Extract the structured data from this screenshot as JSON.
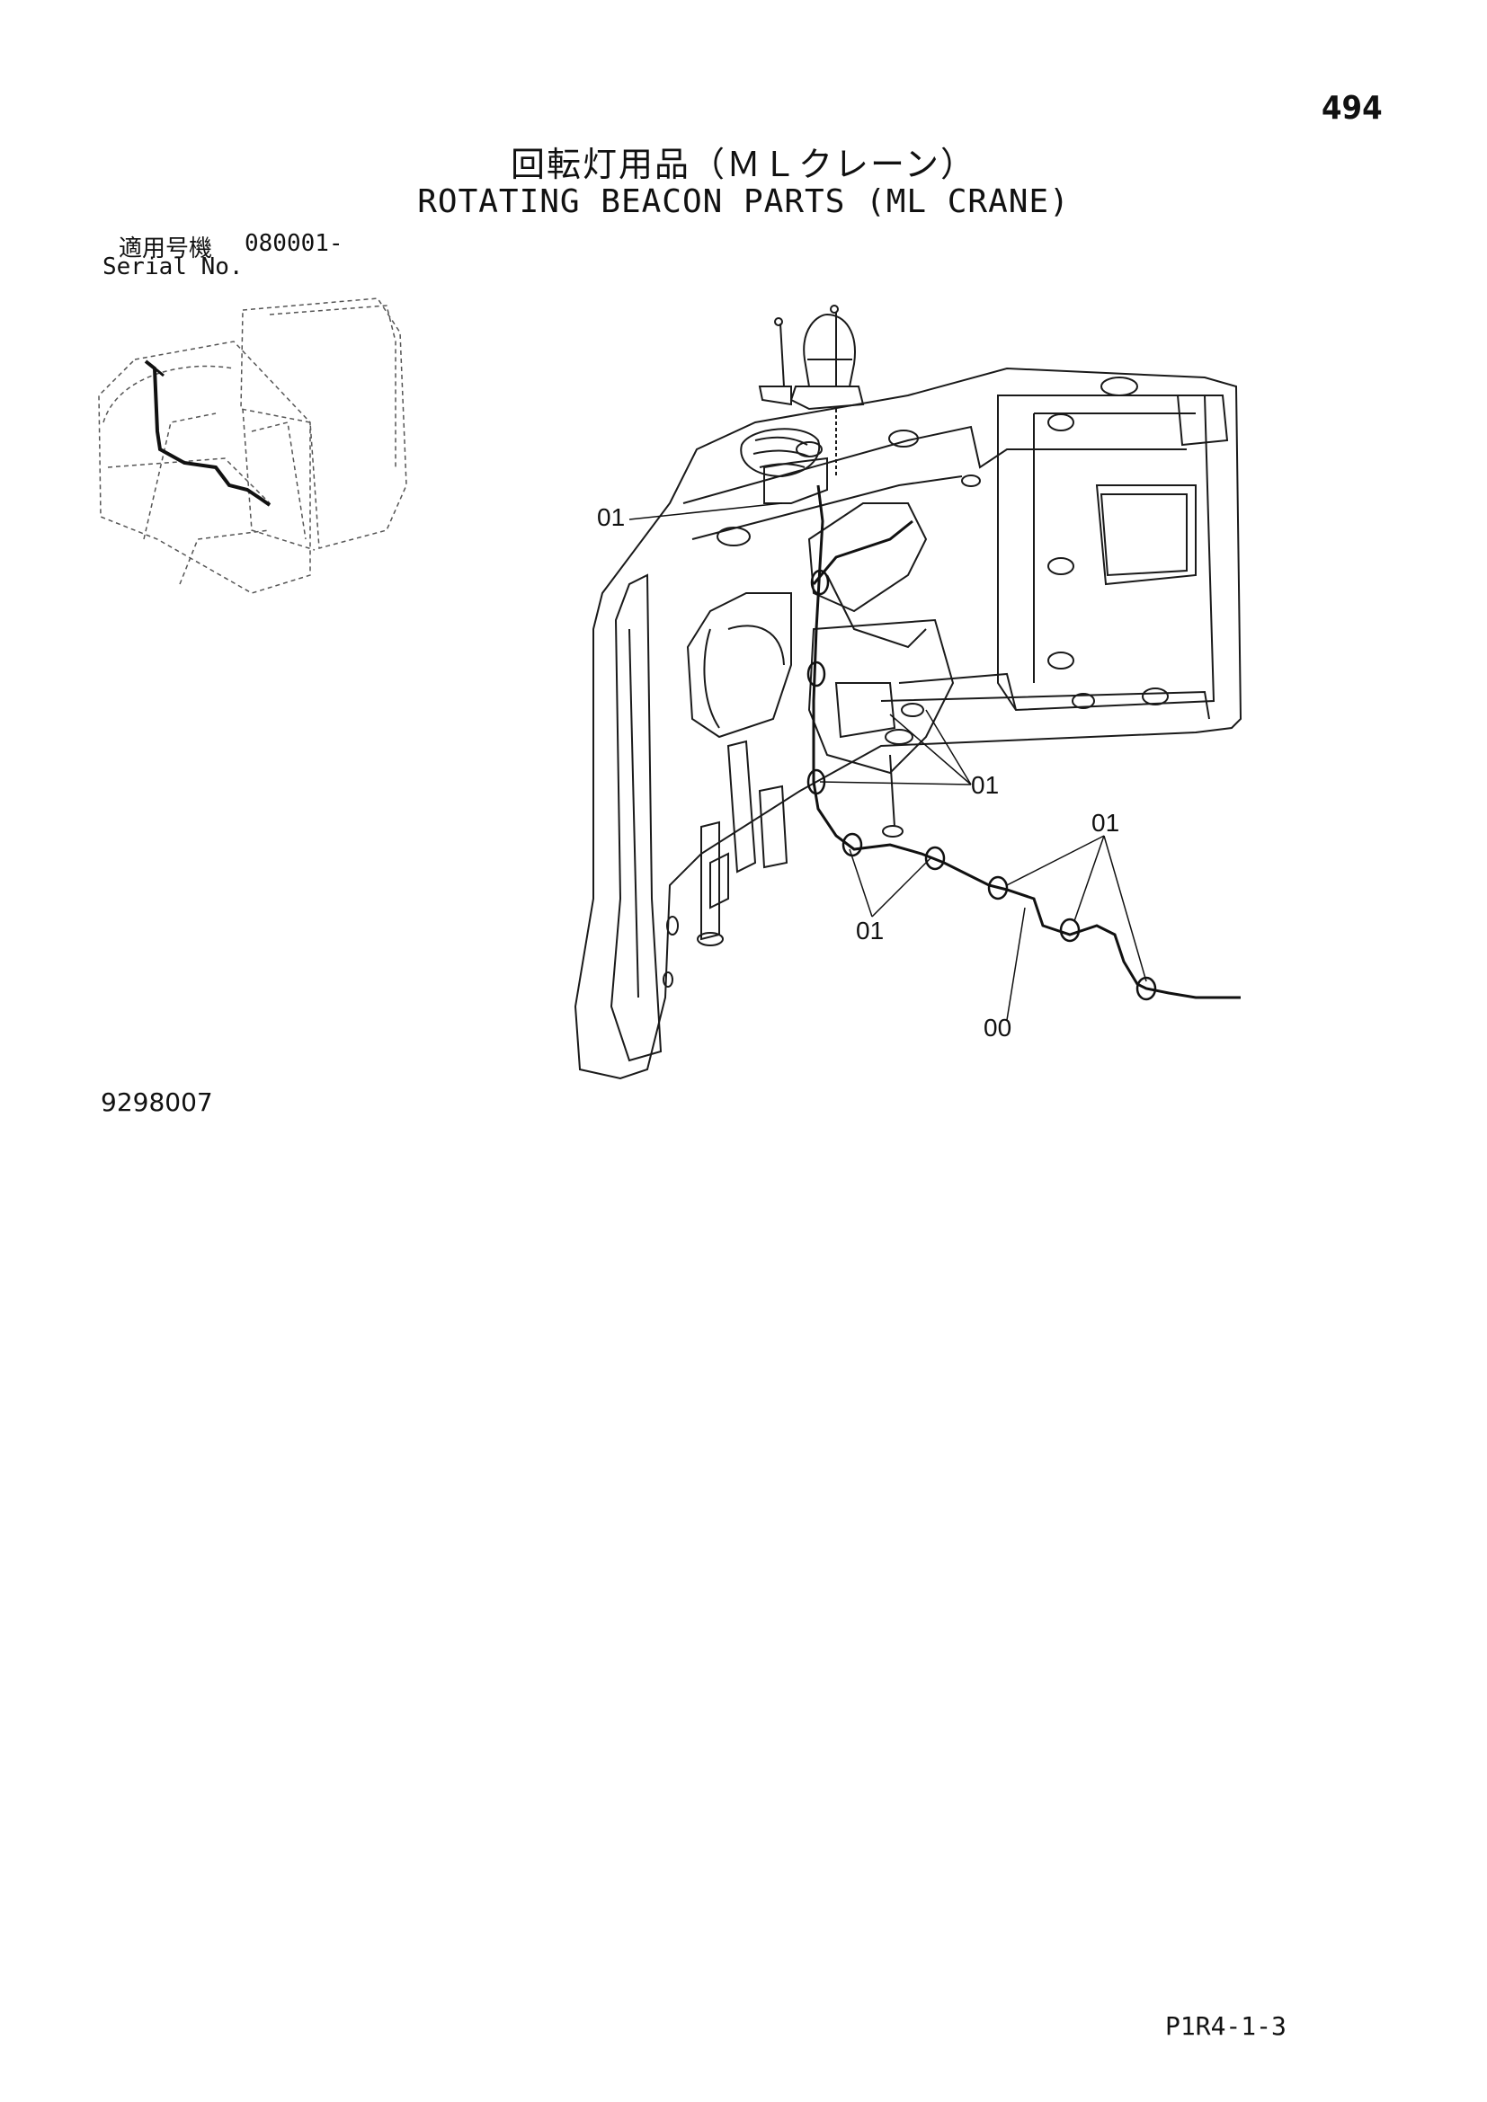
{
  "page_number": "494",
  "title": {
    "jp": "回転灯用品（ＭＬクレーン）",
    "en": "ROTATING BEACON PARTS (ML CRANE)"
  },
  "serial": {
    "jp_label": "適用号機",
    "code": "080001-",
    "en_label": "Serial No."
  },
  "callouts": [
    "01",
    "01",
    "01",
    "01",
    "00"
  ],
  "drawing_number": "9298007",
  "footer_code": "P1R4-1-3"
}
